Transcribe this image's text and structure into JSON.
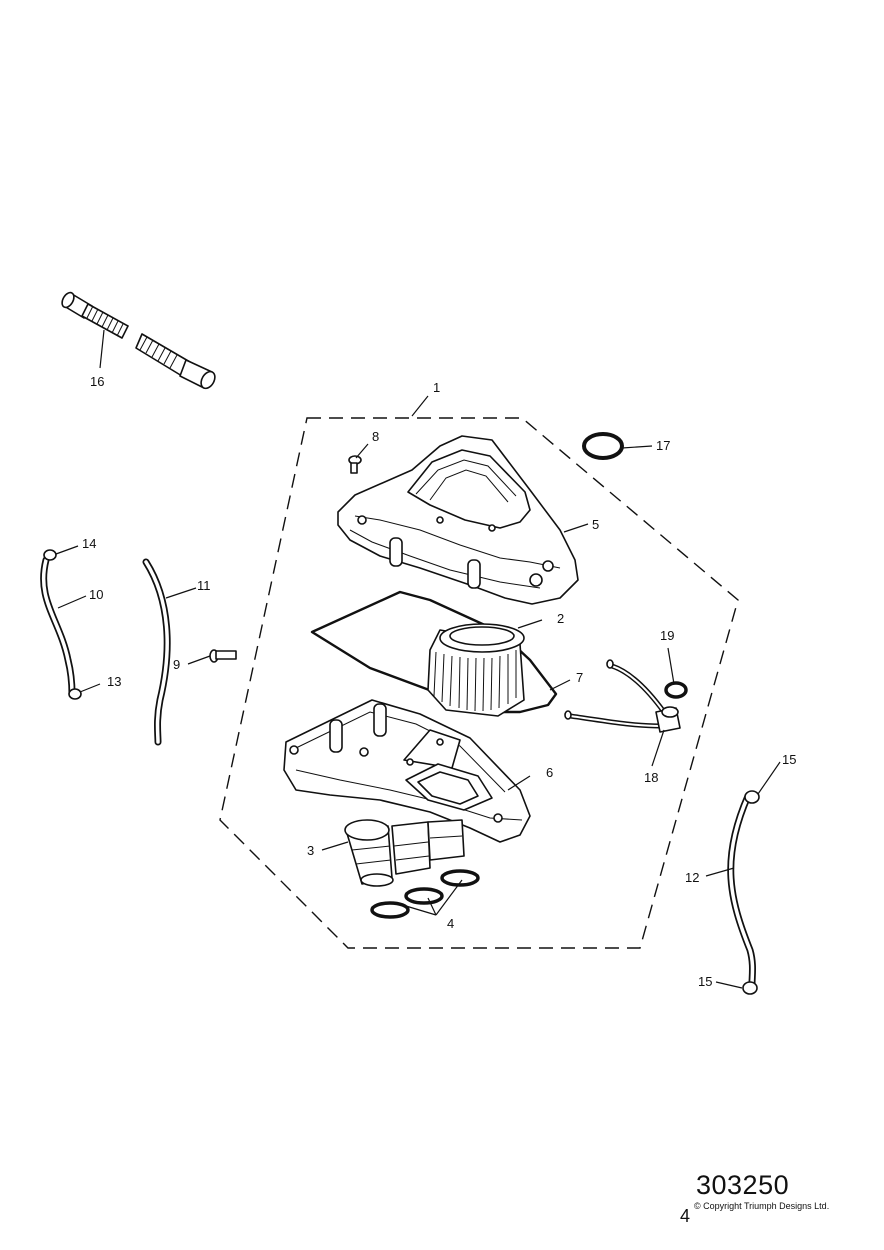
{
  "callouts": [
    {
      "id": "1",
      "text": "1"
    },
    {
      "id": "2",
      "text": "2"
    },
    {
      "id": "3",
      "text": "3"
    },
    {
      "id": "4",
      "text": "4"
    },
    {
      "id": "5",
      "text": "5"
    },
    {
      "id": "6",
      "text": "6"
    },
    {
      "id": "7",
      "text": "7"
    },
    {
      "id": "8",
      "text": "8"
    },
    {
      "id": "9",
      "text": "9"
    },
    {
      "id": "10",
      "text": "10"
    },
    {
      "id": "11",
      "text": "11"
    },
    {
      "id": "12",
      "text": "12"
    },
    {
      "id": "13",
      "text": "13"
    },
    {
      "id": "14",
      "text": "14"
    },
    {
      "id": "15a",
      "text": "15"
    },
    {
      "id": "15b",
      "text": "15"
    },
    {
      "id": "16",
      "text": "16"
    },
    {
      "id": "17",
      "text": "17"
    },
    {
      "id": "18",
      "text": "18"
    },
    {
      "id": "19",
      "text": "19"
    }
  ],
  "footer": {
    "drawing_number": "303250",
    "page_digit": "4",
    "copyright": "© Copyright Triumph Designs Ltd."
  }
}
